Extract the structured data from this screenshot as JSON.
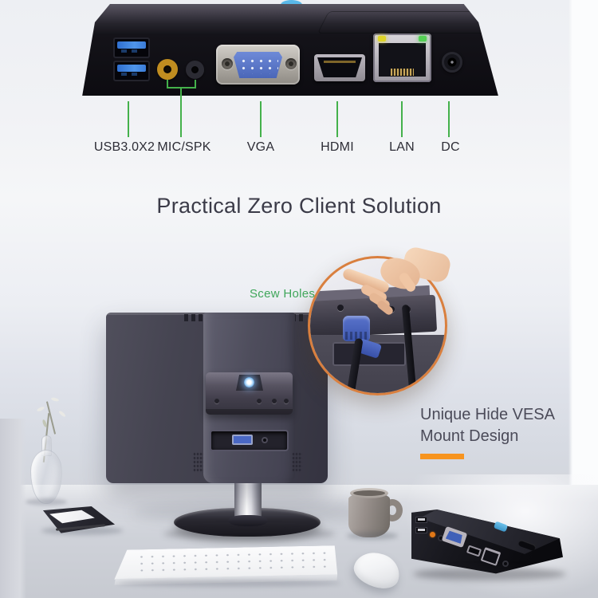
{
  "product_top": {
    "ports": [
      {
        "id": "usb",
        "label": "USB3.0X2"
      },
      {
        "id": "audio",
        "label": "MIC/SPK"
      },
      {
        "id": "vga",
        "label": "VGA"
      },
      {
        "id": "hdmi",
        "label": "HDMI"
      },
      {
        "id": "lan",
        "label": "LAN"
      },
      {
        "id": "dc",
        "label": "DC"
      }
    ],
    "callout_line_color": "#44b14b"
  },
  "headline": {
    "text": "Practical Zero Client Solution",
    "color": "#3b3b48"
  },
  "vesa_feature": {
    "callout_label": "Scew Holes",
    "callout_color": "#3fa65a",
    "title_line1": "Unique Hide VESA",
    "title_line2": "Mount Design",
    "accent_bar_color": "#f7941e",
    "circle_rim_color": "#d97f3e"
  }
}
